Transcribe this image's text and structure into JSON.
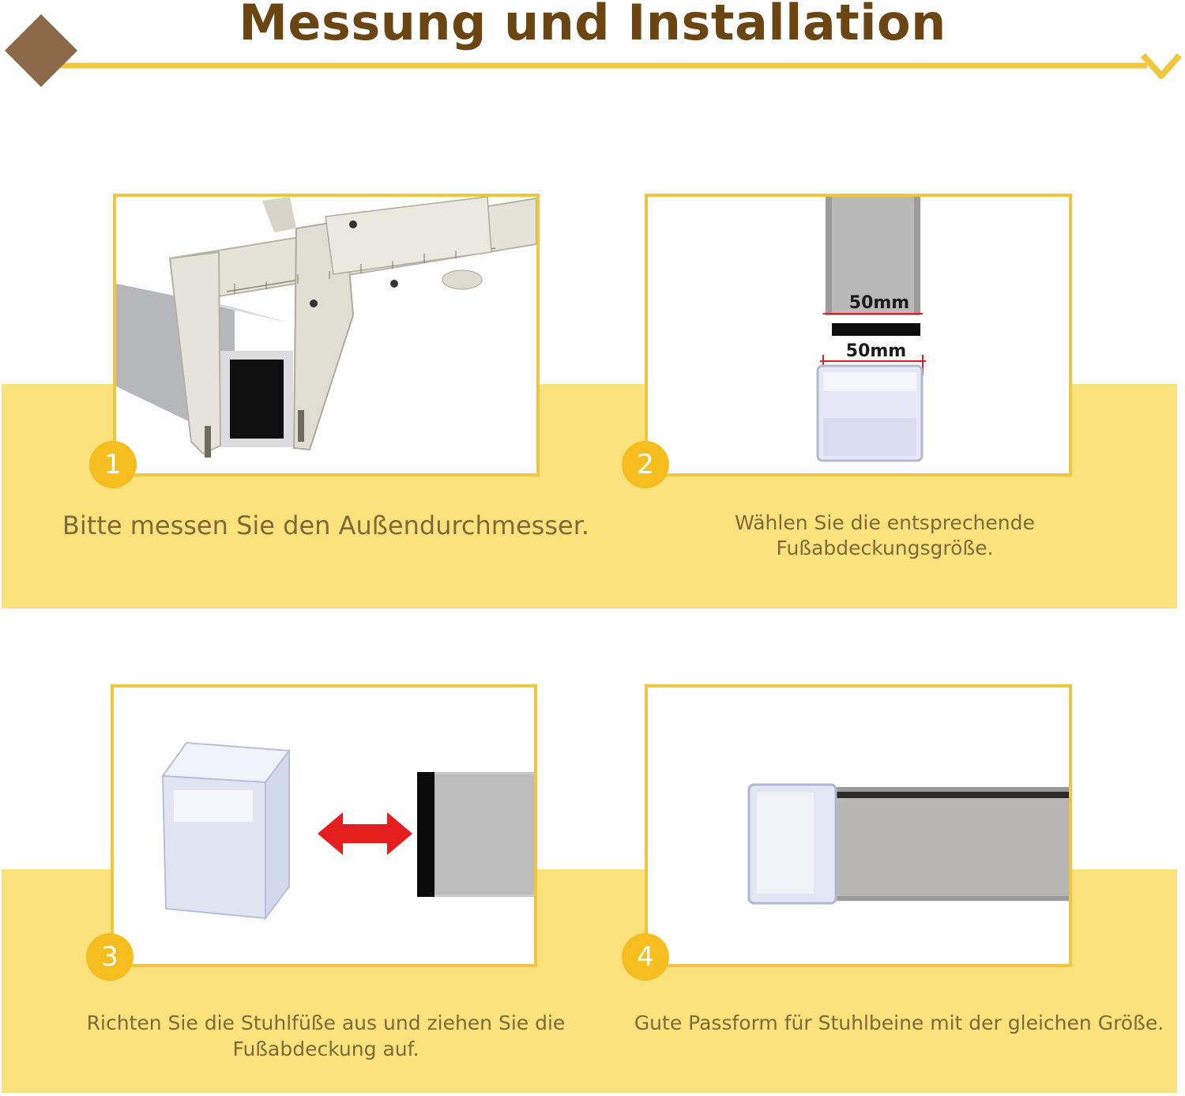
{
  "title": "Messung und Installation",
  "colors": {
    "accent": "#f2c63c",
    "title_brown": "#6b4512",
    "band_yellow": "#fbe27c",
    "badge": "#f5bd1e",
    "diamond": "#8c6a49"
  },
  "icons": {
    "header_left": "diamond-icon",
    "header_right": "chevron-down-icon",
    "step_arrow": "double-arrow-icon"
  },
  "steps": [
    {
      "number": "1",
      "caption": "Bitte messen Sie den Außendurchmesser."
    },
    {
      "number": "2",
      "caption": "Wählen Sie die entsprechende Fußabdeckungsgröße.",
      "labels": [
        "50mm",
        "50mm"
      ]
    },
    {
      "number": "3",
      "caption": "Richten Sie die Stuhlfüße aus und ziehen Sie die Fußabdeckung auf."
    },
    {
      "number": "4",
      "caption": "Gute Passform für Stuhlbeine mit der gleichen Größe."
    }
  ]
}
